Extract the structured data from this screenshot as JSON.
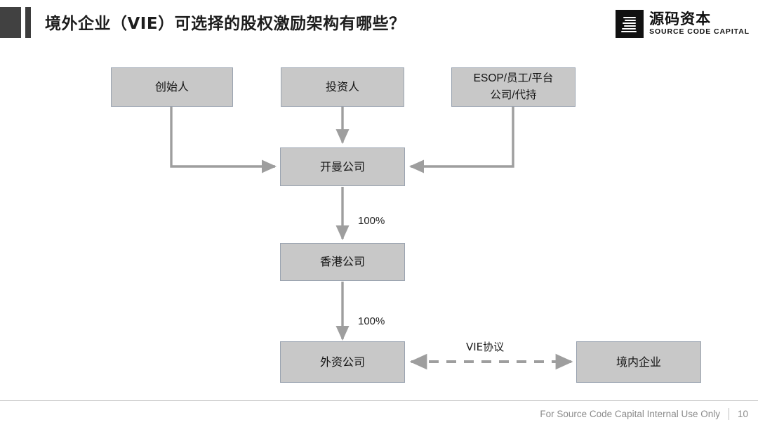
{
  "header": {
    "title": "境外企业（VIE）可选择的股权激励架构有哪些？",
    "accent_color": "#414141"
  },
  "logo": {
    "name_cn": "源码资本",
    "name_en": "SOURCE CODE CAPITAL",
    "mark_color": "#111111"
  },
  "diagram": {
    "node_fill": "#c8c8c8",
    "node_border": "#9aa3b0",
    "connector_color": "#9e9e9e",
    "nodes": [
      {
        "id": "founder",
        "label": "创始人"
      },
      {
        "id": "investor",
        "label": "投资人"
      },
      {
        "id": "esop",
        "label": "ESOP/员工/平台\n公司/代持"
      },
      {
        "id": "cayman",
        "label": "开曼公司"
      },
      {
        "id": "hongkong",
        "label": "香港公司"
      },
      {
        "id": "wfoe",
        "label": "外资公司"
      },
      {
        "id": "domestic",
        "label": "境内企业"
      }
    ],
    "edge_labels": [
      {
        "id": "cayman-to-hk",
        "text": "100%"
      },
      {
        "id": "hk-to-wfoe",
        "text": "100%"
      },
      {
        "id": "vie",
        "text": "VIE协议"
      }
    ]
  },
  "footer": {
    "notice": "For Source Code Capital Internal Use Only",
    "page_number": "10"
  }
}
